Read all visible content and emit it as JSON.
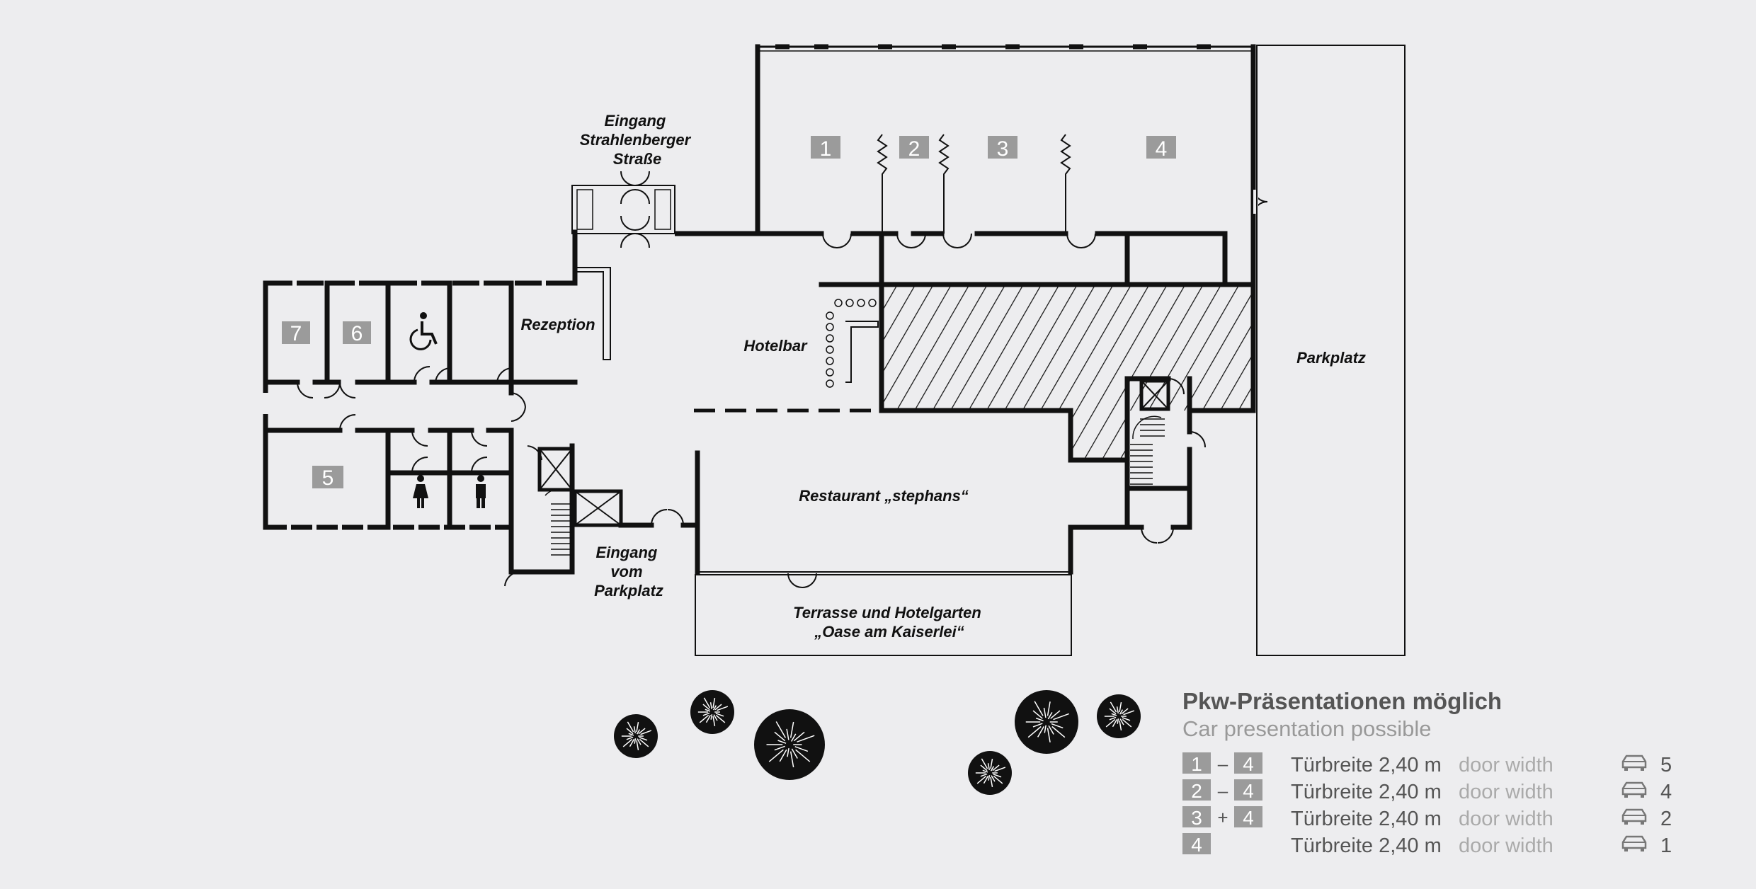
{
  "labels": {
    "entrance_street": [
      "Eingang",
      "Strahlenberger",
      "Straße"
    ],
    "reception": "Rezeption",
    "hotelbar": "Hotelbar",
    "restaurant": "Restaurant „stephans“",
    "entrance_parking": [
      "Eingang",
      "vom",
      "Parkplatz"
    ],
    "terrace": [
      "Terrasse und Hotelgarten",
      "„Oase am Kaiserlei“"
    ],
    "parking": "Parkplatz"
  },
  "rooms": {
    "r1": "1",
    "r2": "2",
    "r3": "3",
    "r4": "4",
    "r5": "5",
    "r6": "6",
    "r7": "7"
  },
  "icons": {
    "wheelchair": "wheelchair-icon",
    "women": "women-toilet-icon",
    "men": "men-toilet-icon",
    "elevator": "elevator-icon",
    "stairs": "stairs-icon",
    "tree": "tree-icon",
    "car": "car-icon"
  },
  "legend": {
    "title": "Pkw-Präsentationen möglich",
    "subtitle": "Car presentation possible",
    "rows": [
      {
        "from": "1",
        "op": "–",
        "to": "4",
        "de": "Türbreite 2,40 m",
        "en": "door width",
        "count": "5"
      },
      {
        "from": "2",
        "op": "–",
        "to": "4",
        "de": "Türbreite 2,40 m",
        "en": "door width",
        "count": "4"
      },
      {
        "from": "3",
        "op": "+",
        "to": "4",
        "de": "Türbreite 2,40 m",
        "en": "door width",
        "count": "2"
      },
      {
        "from": "4",
        "op": "",
        "to": "",
        "de": "Türbreite 2,40 m",
        "en": "door width",
        "count": "1"
      }
    ]
  },
  "colors": {
    "wall": "#111111",
    "room_number_box": "#9b9b9b",
    "background": "#ededef"
  }
}
